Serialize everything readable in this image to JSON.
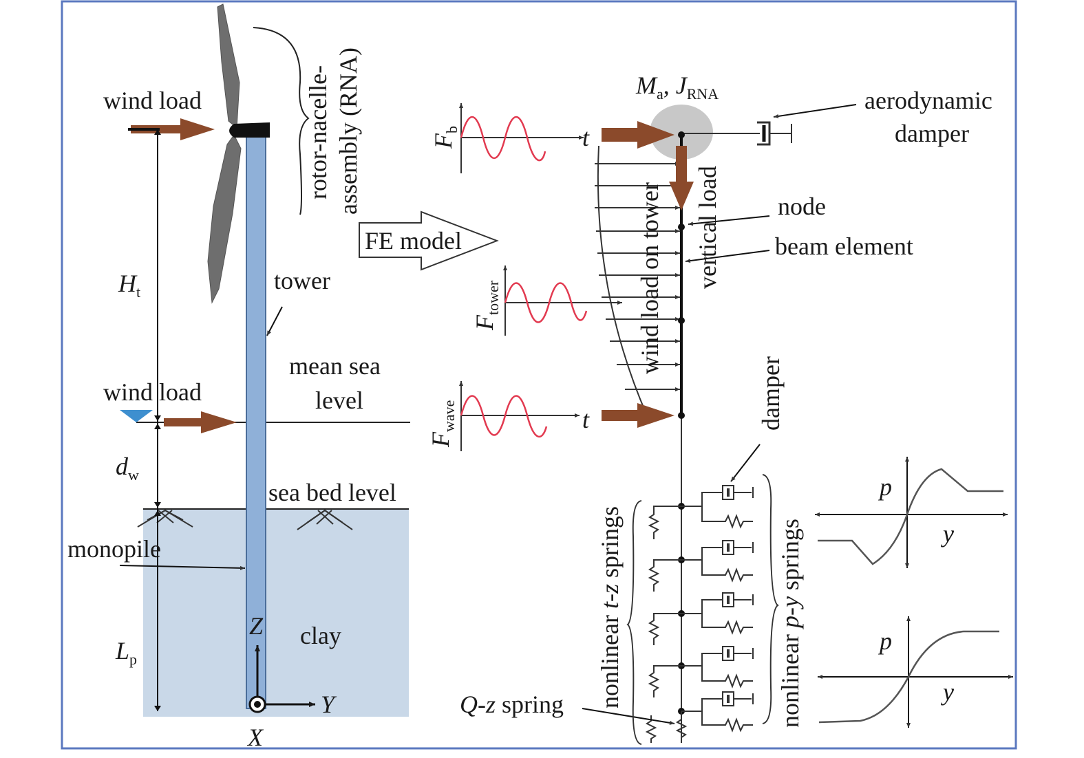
{
  "colors": {
    "frame": "#5b78bf",
    "tower": "#8fb0d8",
    "soil": "#c9d8e8",
    "arrow": "#8b4a2b",
    "wave": "#e23a50",
    "rna_mass": "#c8c8c8",
    "blade": "#6e6e6e",
    "water_marker": "#3e8fcf"
  },
  "left": {
    "wind_load_top": "wind load",
    "wind_load_sea": "wind load",
    "rna": "rotor-nacelle-",
    "rna2": "assembly (RNA)",
    "tower": "tower",
    "mean_sea": "mean sea",
    "mean_sea2": "level",
    "sea_bed": "sea bed level",
    "monopile": "monopile",
    "clay": "clay",
    "Ht": "H",
    "Ht_sub": "t",
    "dw": "d",
    "dw_sub": "w",
    "Lp": "L",
    "Lp_sub": "p",
    "Z": "Z",
    "Y": "Y",
    "X": "X"
  },
  "middle": {
    "fe_model": "FE model"
  },
  "right": {
    "Fb": "F",
    "Fb_sub": "b",
    "Ftower": "F",
    "Ftower_sub": "tower",
    "Fwave": "F",
    "Fwave_sub": "wave",
    "t1": "t",
    "t2": "t",
    "Ma": "M",
    "Ma_sub": "a",
    "comma": ", ",
    "J": "J",
    "J_sub": "RNA",
    "aero1": "aerodynamic",
    "aero2": "damper",
    "node": "node",
    "beam": "beam element",
    "wind_tower": "wind load on tower",
    "vertical": "vertical load",
    "damper": "damper",
    "tz_pre": "nonlinear ",
    "tz_it": "t-z",
    "tz_post": " springs",
    "py_pre": "nonlinear ",
    "py_it": "p-y",
    "py_post": " springs",
    "qz_it": "Q-z",
    "qz_post": " spring",
    "p1": "p",
    "y1": "y",
    "p2": "p",
    "y2": "y"
  }
}
